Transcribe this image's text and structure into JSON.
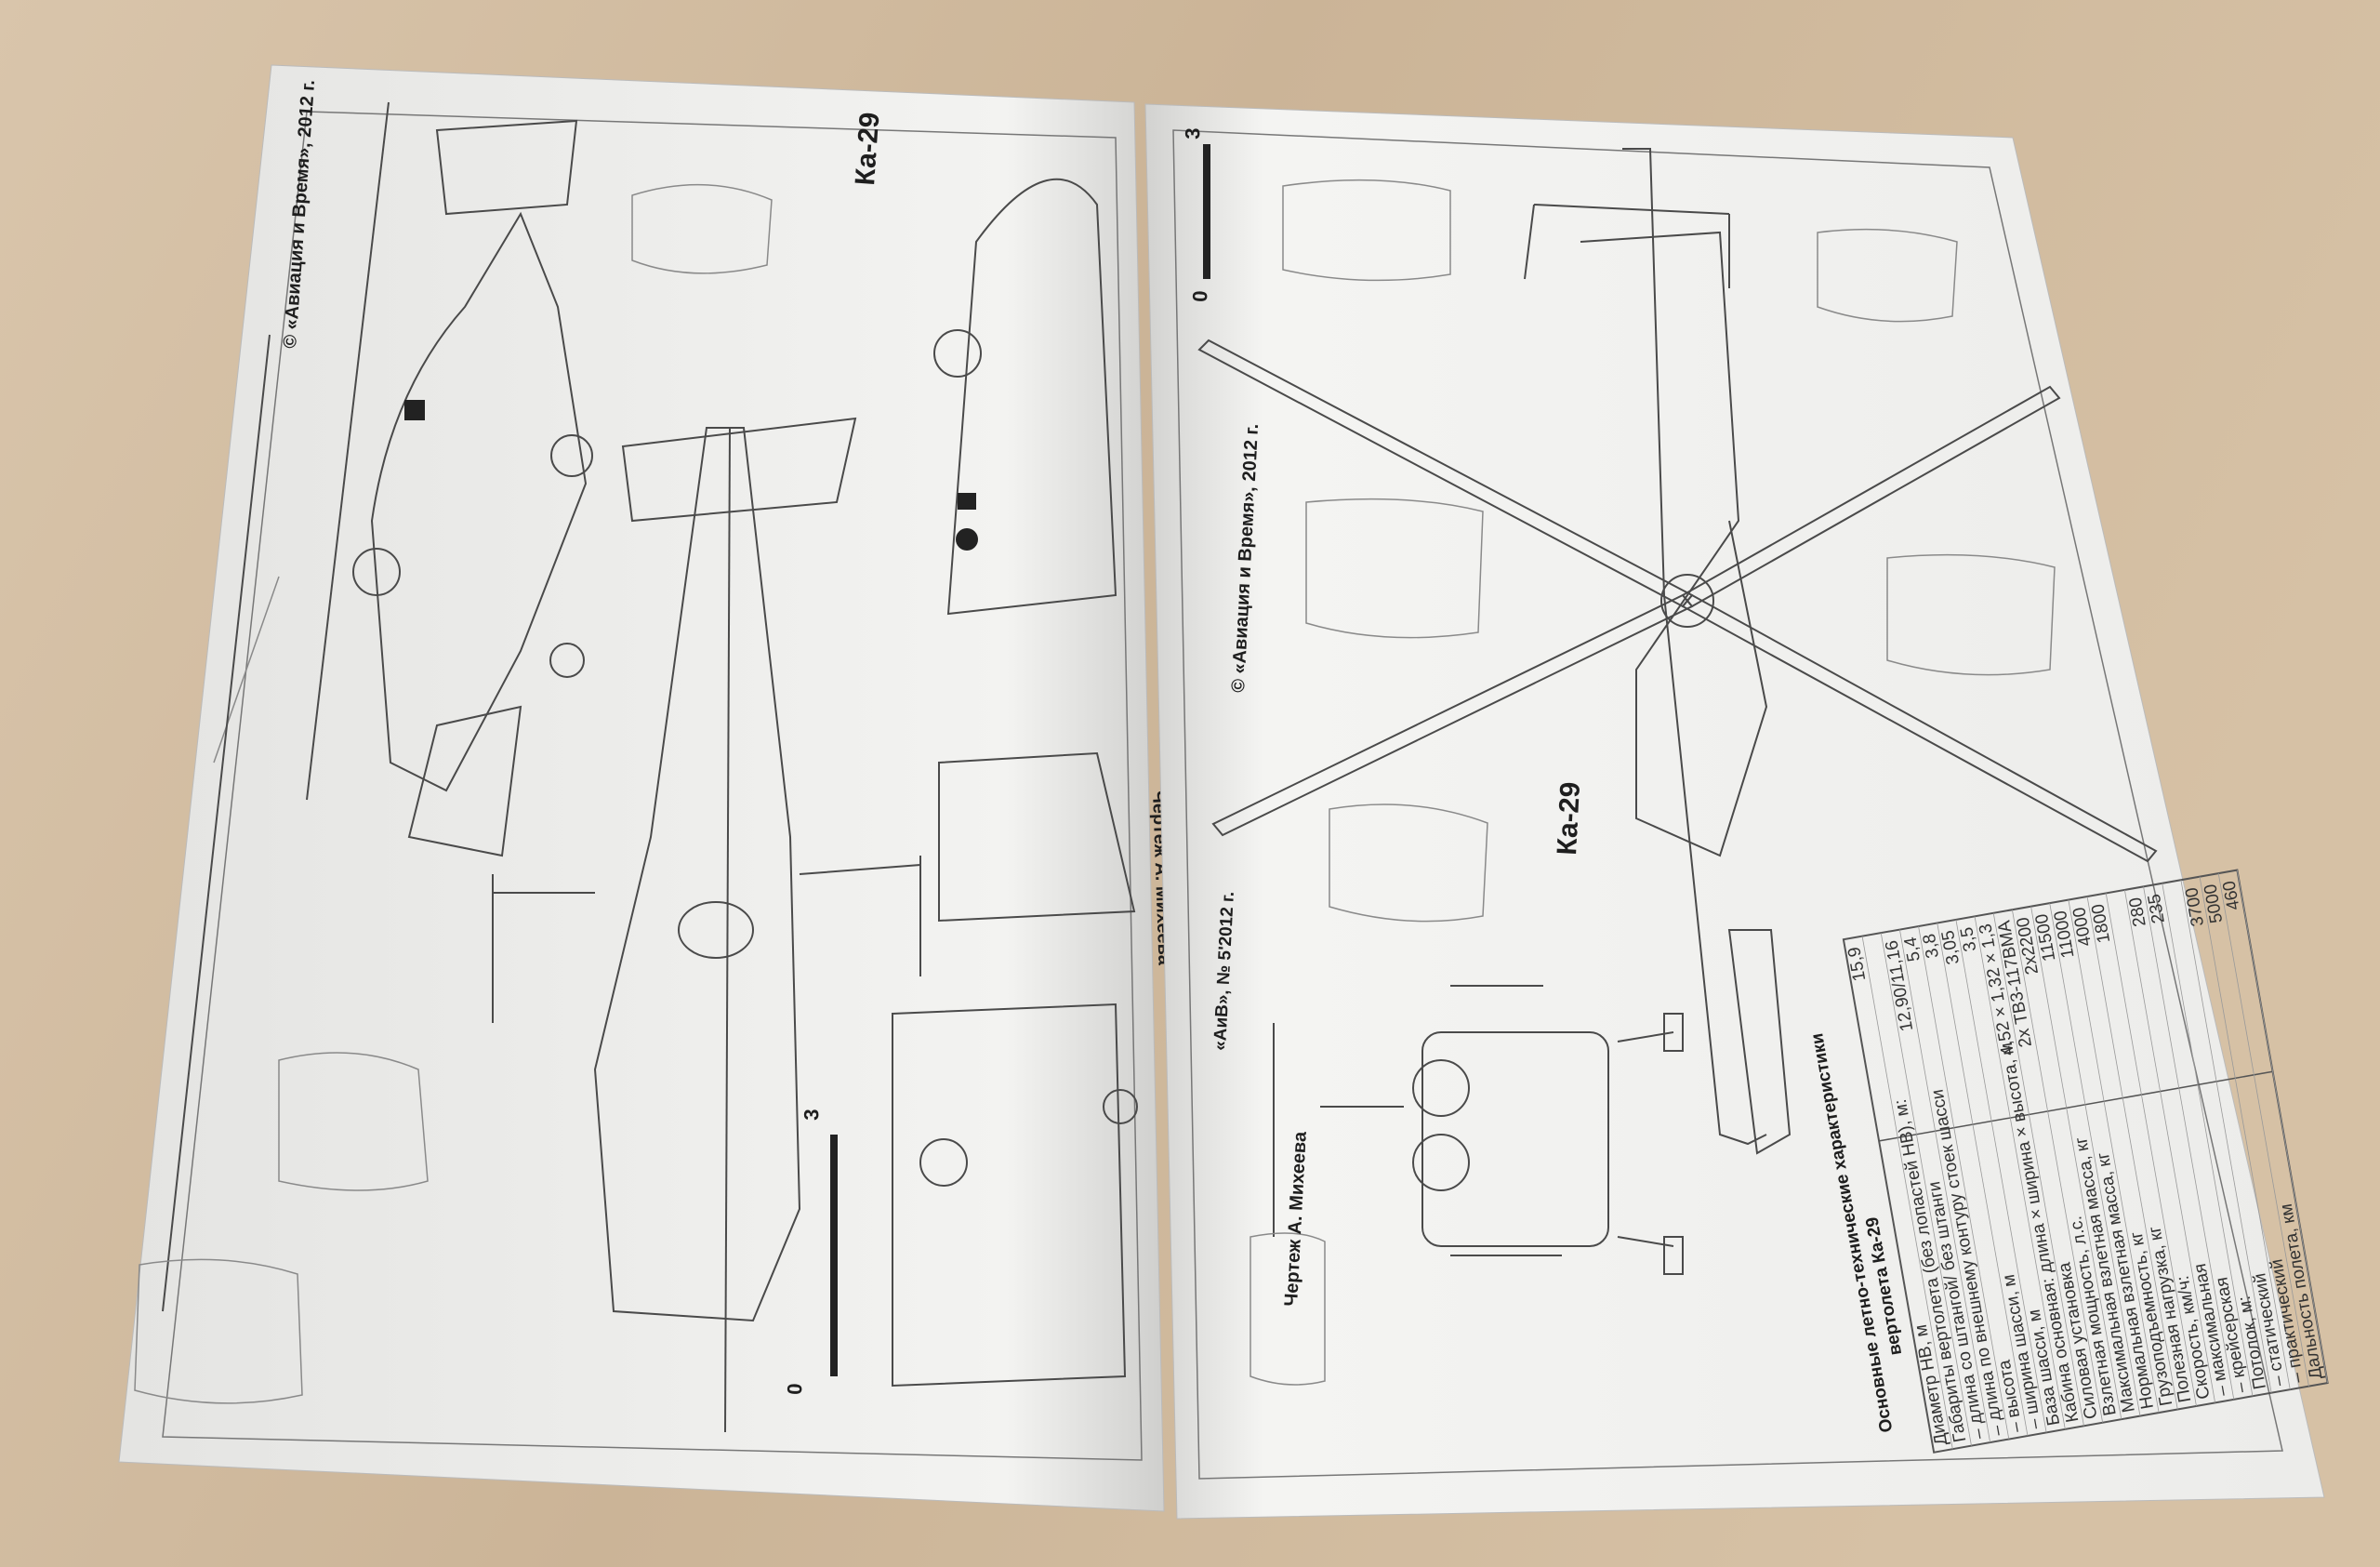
{
  "left_page": {
    "copyright": "© «Авиация и Время», 2012 г.",
    "model_title": "Ка-29",
    "author_credit": "Чертеж А. Михеева",
    "scale_max": "3",
    "scale_min": "0"
  },
  "right_page": {
    "scale_max": "3",
    "scale_min": "0",
    "copyright": "© «Авиация и Время», 2012 г.",
    "model_title": "Ка-29",
    "issue": "«АиВ», № 5'2012 г.",
    "author_credit": "Чертеж А. Михеева",
    "specs_table": {
      "title_line1": "Основные летно-технические характеристики",
      "title_line2": "вертолета Ка-29",
      "rows": [
        {
          "label": "Диаметр НВ, м",
          "value": "15,9"
        },
        {
          "label": "Габариты вертолета (без лопастей НВ), м:",
          "value": ""
        },
        {
          "label": "– длина со штангой/ без штанги",
          "value": "12,90/11,16"
        },
        {
          "label": "– длина по внешнему контуру стоек шасси",
          "value": "5,4"
        },
        {
          "label": "– высота",
          "value": "3,8"
        },
        {
          "label": "– ширина шасси, м",
          "value": "3,05"
        },
        {
          "label": "База шасси, м",
          "value": "3,5"
        },
        {
          "label": "Кабина основная: длина × ширина × высота, м",
          "value": "4,52 × 1,32 × 1,3"
        },
        {
          "label": "Силовая установка",
          "value": "2x ТВ3-117ВМА"
        },
        {
          "label": "Взлетная мощность, л.с.",
          "value": "2x2200"
        },
        {
          "label": "Максимальная взлетная масса, кг",
          "value": "11500"
        },
        {
          "label": "Нормальная взлетная масса, кг",
          "value": "11000"
        },
        {
          "label": "Грузоподъемность, кг",
          "value": "4000"
        },
        {
          "label": "Полезная нагрузка, кг",
          "value": "1800"
        },
        {
          "label": "Скорость, км/ч:",
          "value": ""
        },
        {
          "label": "– максимальная",
          "value": "280"
        },
        {
          "label": "– крейсерская",
          "value": "235"
        },
        {
          "label": "Потолок, м:",
          "value": ""
        },
        {
          "label": "– статический",
          "value": "3700"
        },
        {
          "label": "– практический",
          "value": "5000"
        },
        {
          "label": "Дальность полета, км",
          "value": "460"
        }
      ]
    }
  },
  "colors": {
    "paper": "#f1f1ef",
    "wood": "#cdb9a0",
    "ink": "#3a3a3a"
  }
}
